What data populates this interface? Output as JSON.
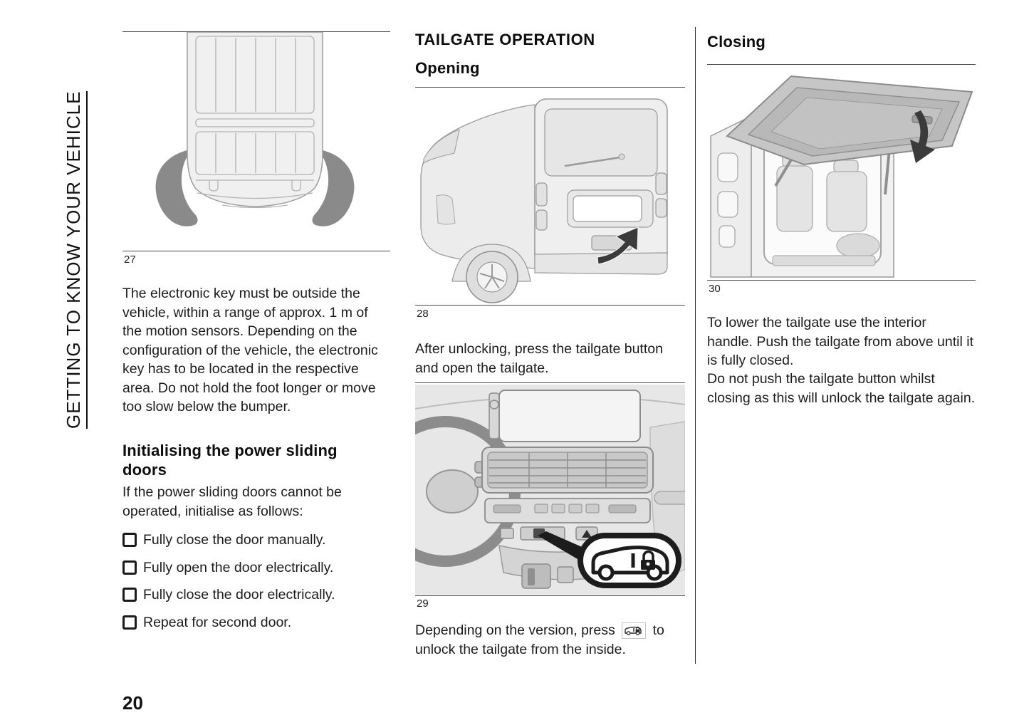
{
  "page": {
    "number": "20",
    "sidebar_title": "GETTING TO KNOW YOUR VEHICLE"
  },
  "colors": {
    "text": "#1c1c1c",
    "rule": "#4a4a4a",
    "figure_background": "#e7e7e7",
    "sensor_zone_gray": "#8a8a8a",
    "arrow_dark": "#3b3b3b"
  },
  "icons": {
    "step_bullet": "checkbox-square-icon",
    "inline_button": "van-lock-icon",
    "callout_button": "van-lock-icon",
    "fig28_arrow": "curved-arrow-up-icon",
    "fig30_arrow": "curved-arrow-down-icon"
  },
  "col1": {
    "figure27_label": "27",
    "para1": "The electronic key must be outside the vehicle, within a range of approx. 1 m of the motion sensors. Depending on the configuration of the vehicle, the electronic key has to be located in the respective area. Do not hold the foot longer or move too slow below the bumper.",
    "heading": "Initialising the power sliding doors",
    "para2": "If the power sliding doors cannot be operated, initialise as follows:",
    "steps": [
      "Fully close the door manually.",
      "Fully open the door electrically.",
      "Fully close the door electrically.",
      "Repeat for second door."
    ]
  },
  "col2": {
    "heading": "TAILGATE OPERATION",
    "subheading": "Opening",
    "figure28_label": "28",
    "para1": "After unlocking, press the tailgate button and open the tailgate.",
    "figure29_label": "29",
    "para2_before": "Depending on the version, press",
    "para2_after": "to unlock the tailgate from the inside."
  },
  "col3": {
    "heading": "Closing",
    "figure30_label": "30",
    "para1": "To lower the tailgate use the interior handle. Push the tailgate from above until it is fully closed.",
    "para2": "Do not push the tailgate button whilst closing as this will unlock the tailgate again."
  }
}
